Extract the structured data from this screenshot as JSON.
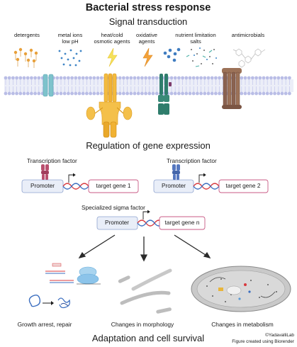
{
  "title": "Bacterial stress response",
  "sections": {
    "signal": "Signal transduction",
    "regulation": "Regulation of gene expression",
    "adaptation": "Adaptation and cell survival"
  },
  "stimuli": [
    {
      "line1": "detergents",
      "line2": ""
    },
    {
      "line1": "metal ions",
      "line2": "low pH"
    },
    {
      "line1": "heat/cold",
      "line2": "osmotic agents"
    },
    {
      "line1": "oxidative",
      "line2": "agents"
    },
    {
      "line1": "nutrient limitation",
      "line2": "salts"
    },
    {
      "line1": "antimicrobials",
      "line2": ""
    }
  ],
  "regulation": {
    "tf_label": "Transcription factor",
    "sigma_label": "Specialized sigma factor",
    "promoter": "Promoter",
    "gene1": "target gene 1",
    "gene2": "target gene 2",
    "genen": "target gene n"
  },
  "outcomes": [
    "Growth arrest, repair",
    "Changes in morphology",
    "Changes in metabolism"
  ],
  "credits": {
    "line1": "©YadavalliLab",
    "line2": "Figure created using Biorender"
  },
  "colors": {
    "membrane_head": "#b9bde6",
    "membrane_tail": "#cfd3f0",
    "channel": "#7ec3cc",
    "receptor": "#f1b233",
    "kinase": "#2f7d6c",
    "efflux": "#8a6250",
    "dna_red": "#d8383d",
    "dna_blue": "#3a6dbf",
    "tf_pink": "#b9506e",
    "tf_blue": "#5577bf",
    "promoter_fill": "#e9eef8",
    "gene_border": "#c95a84"
  }
}
